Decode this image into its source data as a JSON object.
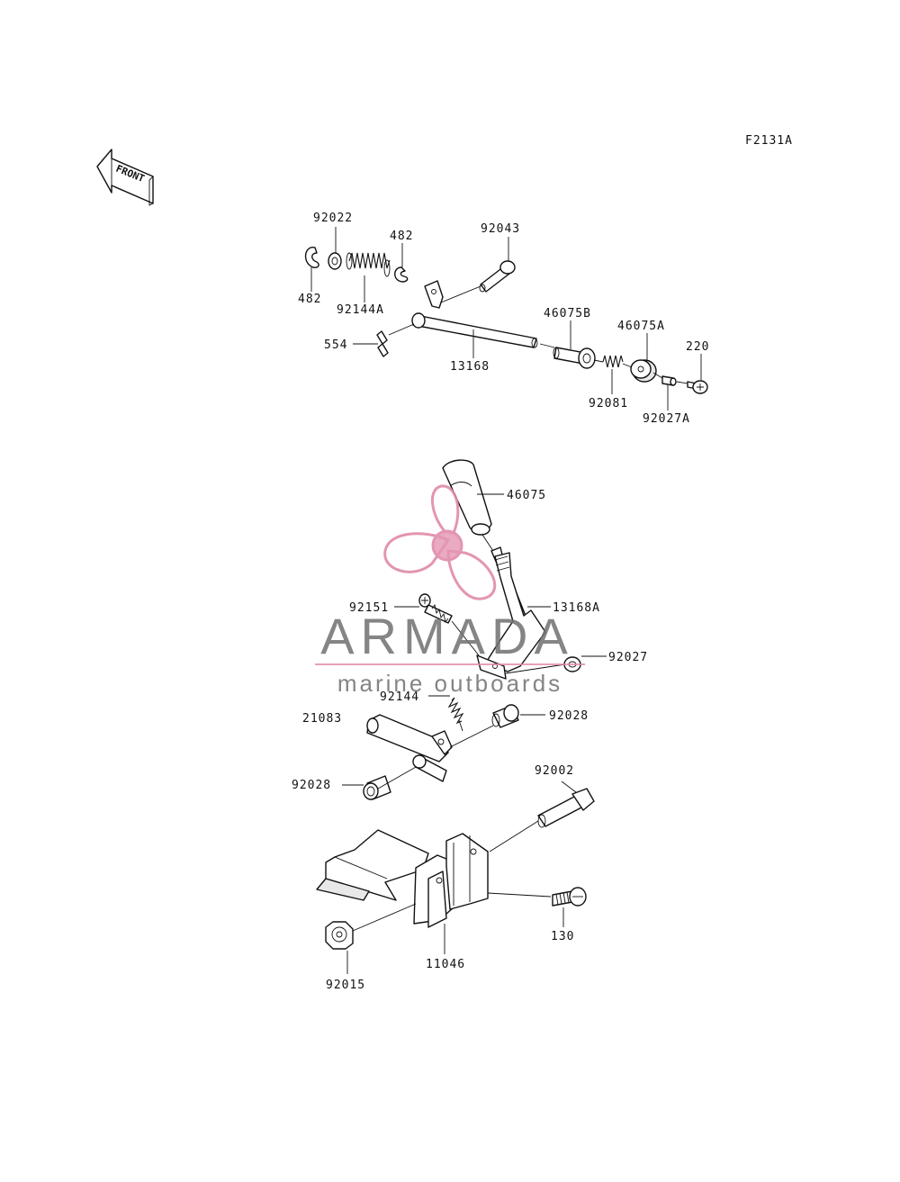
{
  "figure_code": "F2131A",
  "front_arrow_text": "FRONT",
  "watermark": {
    "brand": "ARMADA",
    "tagline": "marine outboards",
    "brand_color": "#707070",
    "logo_color": "#e08aaa"
  },
  "part_labels": {
    "p92022": "92022",
    "p482a": "482",
    "p92144A": "92144A",
    "p482b": "482",
    "p92043": "92043",
    "p554": "554",
    "p13168": "13168",
    "p46075B": "46075B",
    "p46075A": "46075A",
    "p220": "220",
    "p92081": "92081",
    "p92027A": "92027A",
    "p46075": "46075",
    "p13168A": "13168A",
    "p92151": "92151",
    "p92027": "92027",
    "p92144": "92144",
    "p21083": "21083",
    "p92028a": "92028",
    "p92028b": "92028",
    "p92002": "92002",
    "p130": "130",
    "p11046": "11046",
    "p92015": "92015"
  }
}
